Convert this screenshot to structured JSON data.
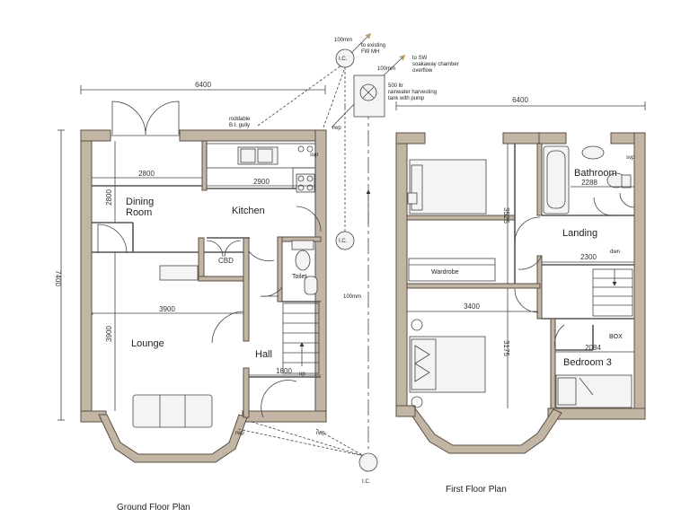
{
  "ground_floor": {
    "caption": "Ground Floor Plan",
    "rooms": {
      "dining": "Dining\nRoom",
      "kitchen": "Kitchen",
      "cbd": "CBD",
      "toilet": "Toilet",
      "lounge": "Lounge",
      "hall": "Hall"
    },
    "dims": {
      "width_overall": "6400",
      "height_overall": "7400",
      "dining_w": "2800",
      "dining_h": "2800",
      "kitchen_w": "2900",
      "lounge_w": "3900",
      "lounge_h": "3900",
      "hall_w": "1800",
      "drain": "100mm"
    },
    "labels": {
      "up": "up",
      "svp_top": "svp",
      "svp_right": "svp",
      "rwp_top": "rwp",
      "rwp_bottom_left": "rwp",
      "rwp_bottom_right": "rwp"
    }
  },
  "first_floor": {
    "caption": "First Floor Plan",
    "rooms": {
      "bathroom": "Bathroom",
      "landing": "Landing",
      "wardrobe": "Wardrobe",
      "bedroom3": "Bedroom 3",
      "box": "BOX"
    },
    "dims": {
      "width_overall": "6400",
      "bath_w": "2288",
      "bed1_h": "3525",
      "landing_w": "2300",
      "bed2_w": "3400",
      "bed2_h": "3175",
      "bed3_w": "2084"
    },
    "labels": {
      "dwn": "dwn",
      "svp": "svp"
    }
  },
  "drainage": {
    "ic": "I.C.",
    "pipe_top": "100mm",
    "pipe_mid": "100mm",
    "note_fw": "to existing\nFW MH",
    "note_sw": "to SW\nsoakaway chamber\noverflow",
    "note_tank": "500 ltr\nrainwater harvesting\ntank with pump",
    "note_gully": "roddable\nB.I. gully"
  }
}
